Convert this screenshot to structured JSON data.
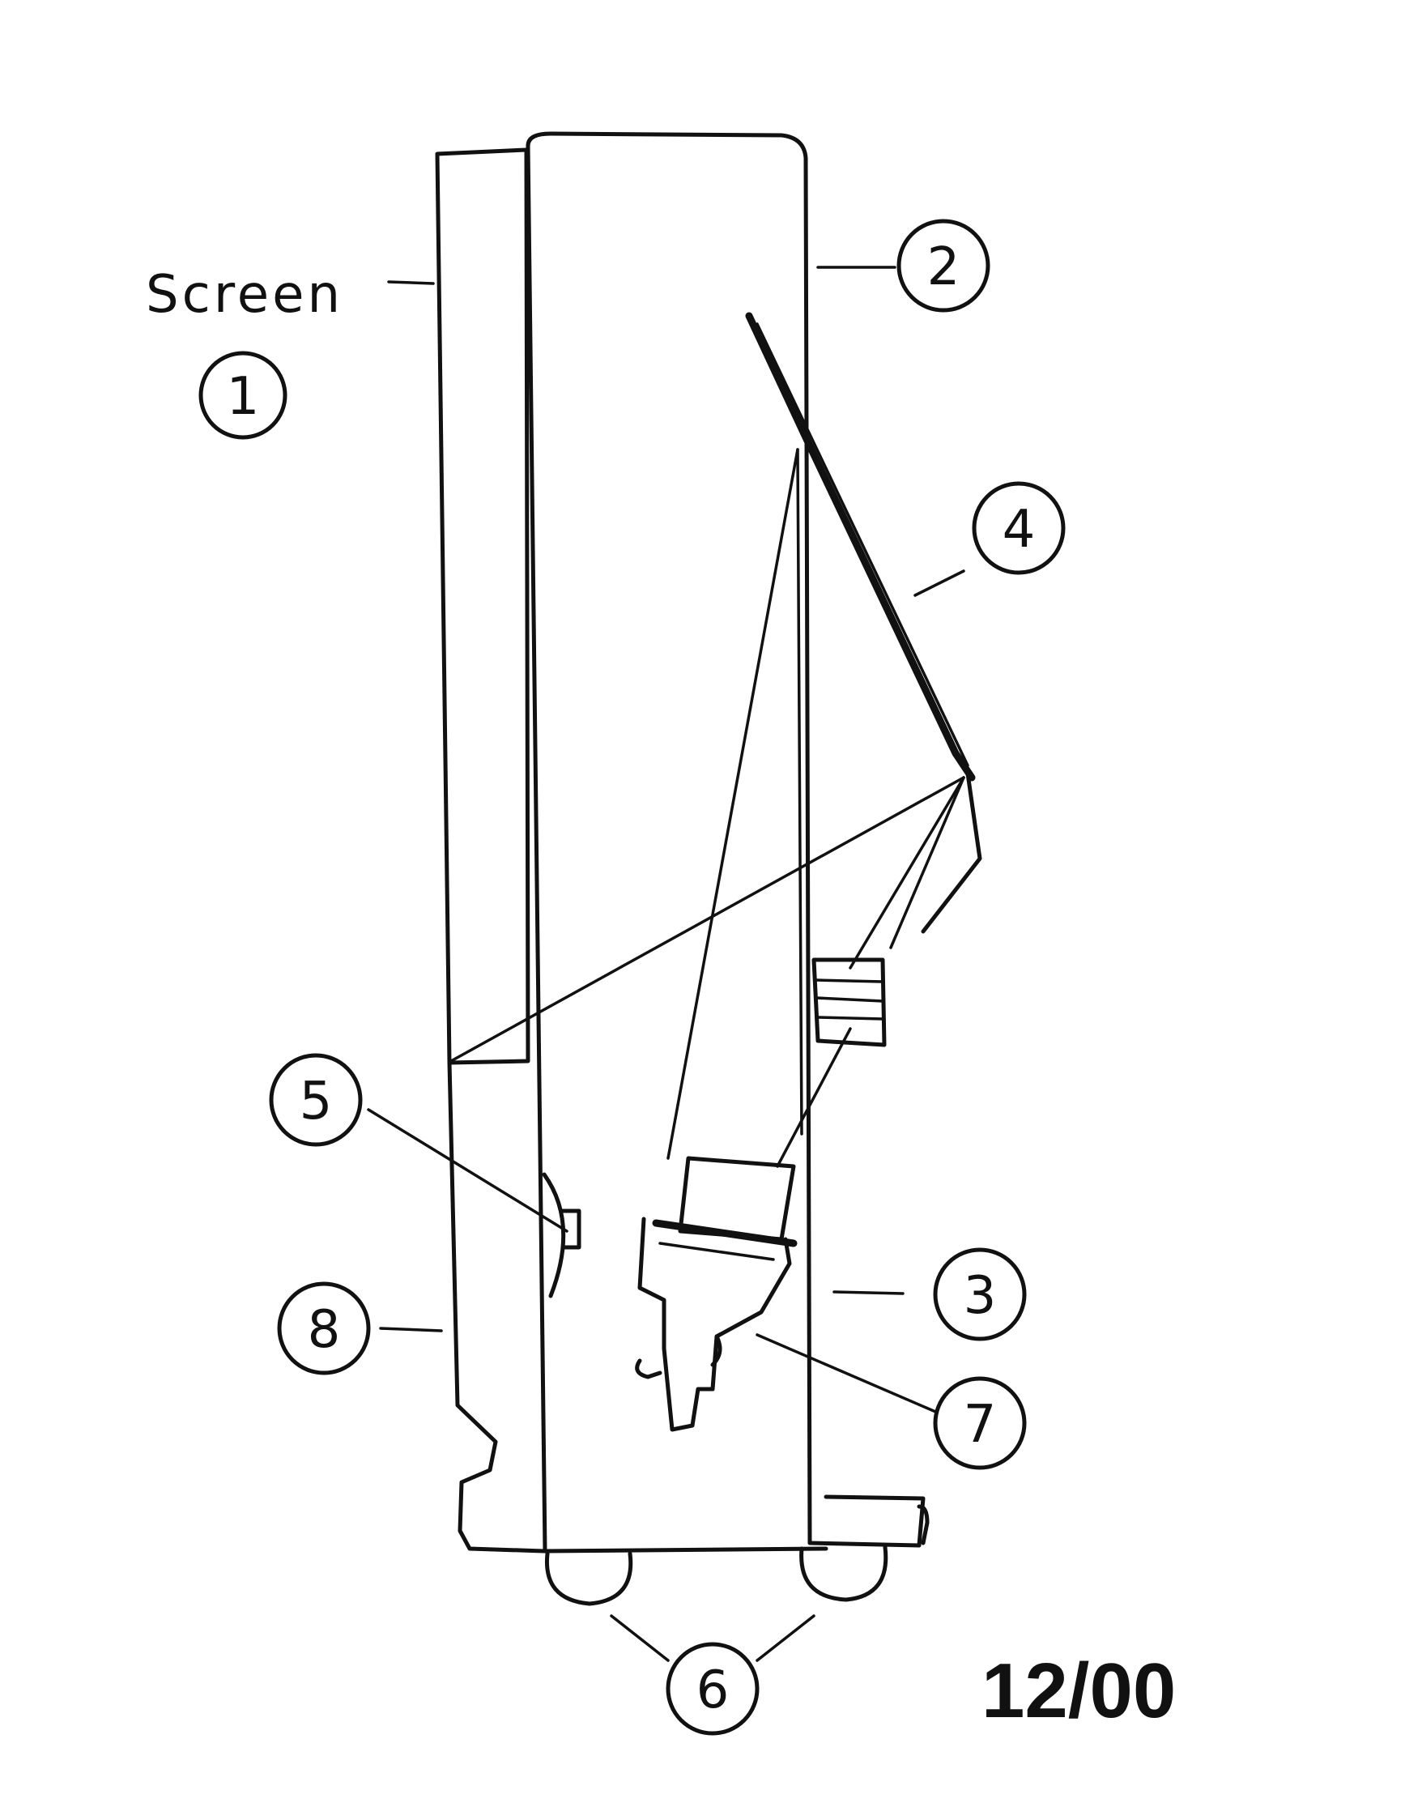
{
  "diagram": {
    "screen_label": "Screen",
    "callouts": [
      "1",
      "2",
      "3",
      "4",
      "5",
      "6",
      "7",
      "8"
    ],
    "date_mark": "12/00"
  }
}
